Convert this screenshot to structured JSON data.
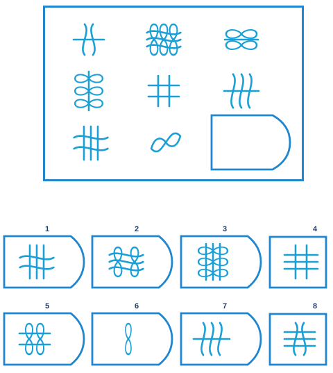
{
  "puzzle": {
    "options": [
      {
        "label": "1"
      },
      {
        "label": "2"
      },
      {
        "label": "3"
      },
      {
        "label": "4"
      },
      {
        "label": "5"
      },
      {
        "label": "6"
      },
      {
        "label": "7"
      },
      {
        "label": "8"
      }
    ]
  },
  "colors": {
    "line": "#1aa0d6",
    "frame": "#1f86cf",
    "number": "#1f3d6b"
  }
}
